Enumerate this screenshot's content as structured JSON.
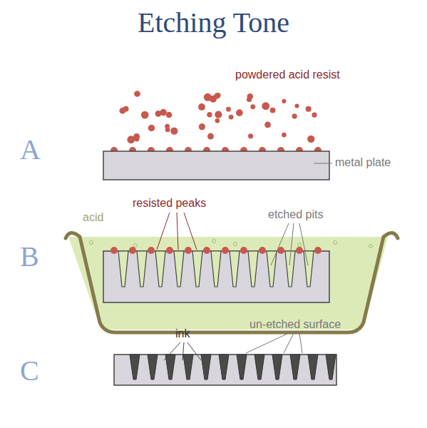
{
  "diagram": {
    "title": "Etching Tone",
    "labels": [
      "A",
      "powdered acid resist",
      "metal plate",
      "B",
      "acid",
      "resisted peaks",
      "etched pits",
      "C",
      "ink",
      "un-etched surface"
    ]
  }
}
